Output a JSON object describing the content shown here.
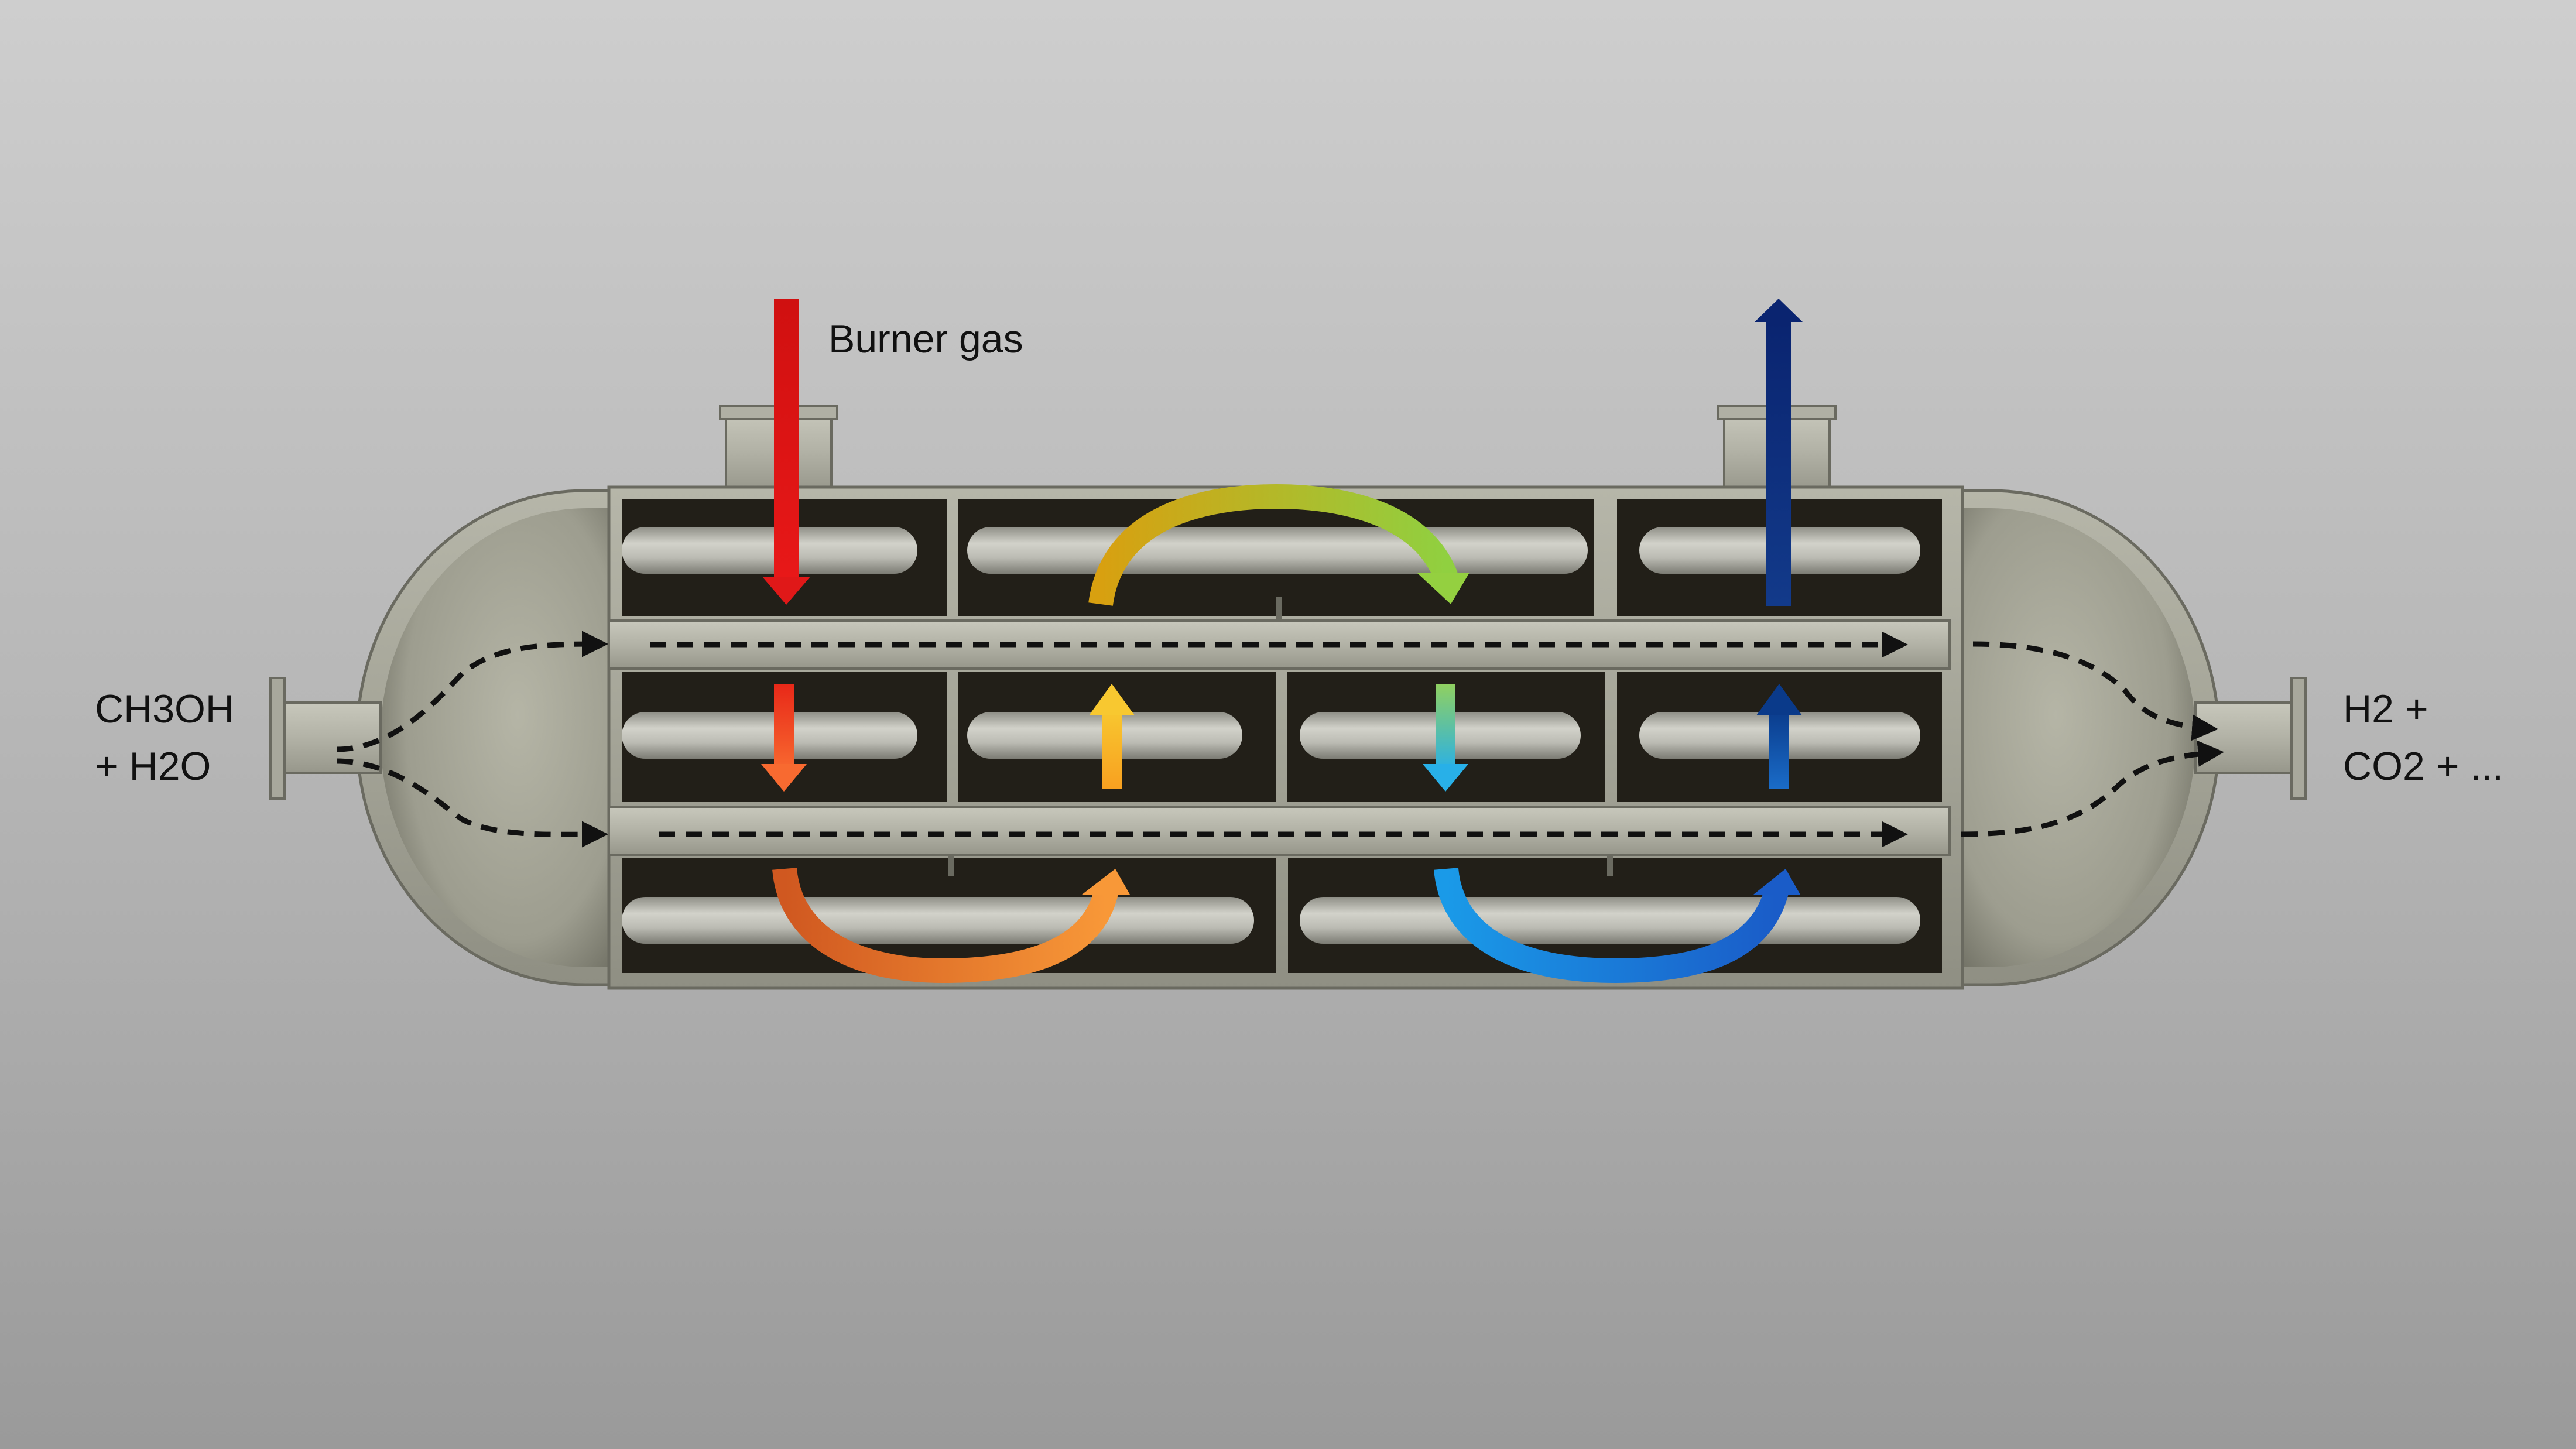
{
  "labels": {
    "burner_gas": "Burner gas",
    "inlet_line1": "CH3OH",
    "inlet_line2": "+ H2O",
    "outlet_line1": "H2 +",
    "outlet_line2": "CO2 + ..."
  },
  "colors": {
    "background_top": "#cecece",
    "background_bottom": "#9a9a9a",
    "shell": "#a9a99c",
    "shell_dark": "#8a8a7e",
    "cavity": "#221f18",
    "tube": "#b8b8b0",
    "burner_gas_inlet": "#e01010",
    "burner_gas_outlet": "#0a2a70",
    "flow_path_hot": "#f04020",
    "flow_path_warm": "#f09020",
    "flow_path_mid": "#90c840",
    "flow_path_cool": "#1890e0",
    "process_flow": "#111111"
  }
}
